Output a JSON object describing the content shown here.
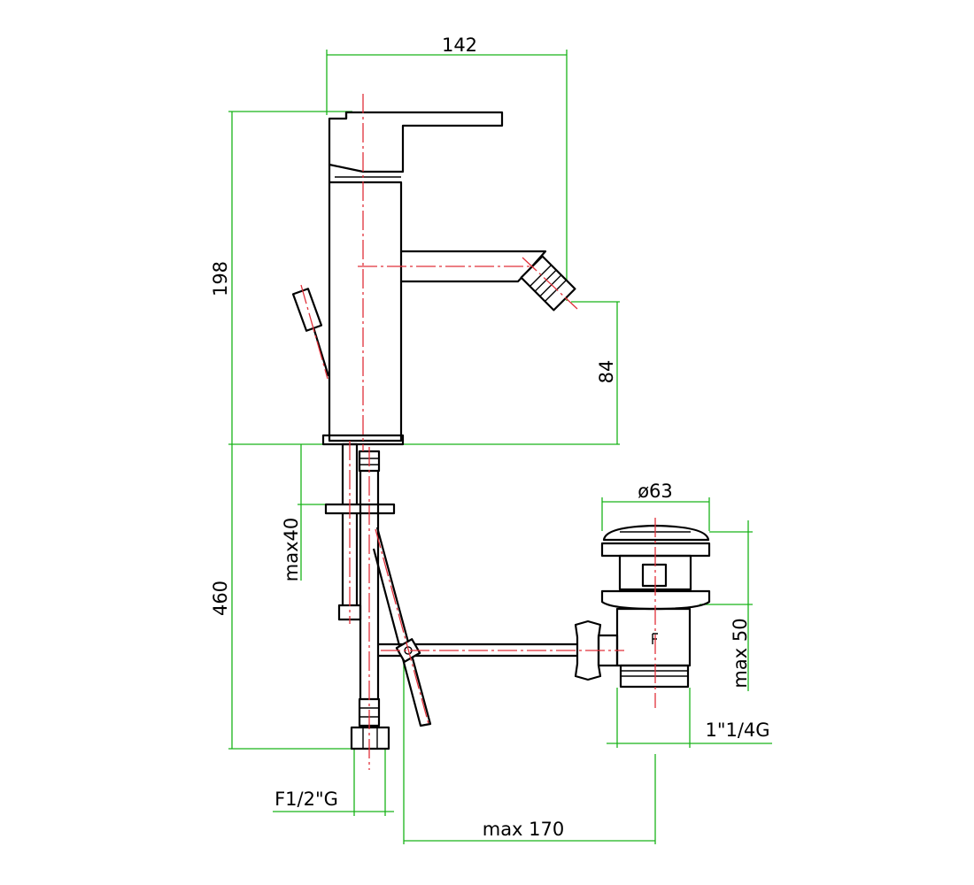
{
  "dimensions": {
    "total_width": "142",
    "total_height": "198",
    "spout_height": "84",
    "below_deck": "460",
    "deck_thickness": "max40",
    "waste_diameter": "ø63",
    "waste_rise": "max 50",
    "waste_thread": "1\"1/4G",
    "supply_thread": "F1/2\"G",
    "rod_reach": "max 170"
  },
  "colors": {
    "outline": "#000000",
    "dimension_lines": "#19b319",
    "center_lines": "#e0303a"
  }
}
